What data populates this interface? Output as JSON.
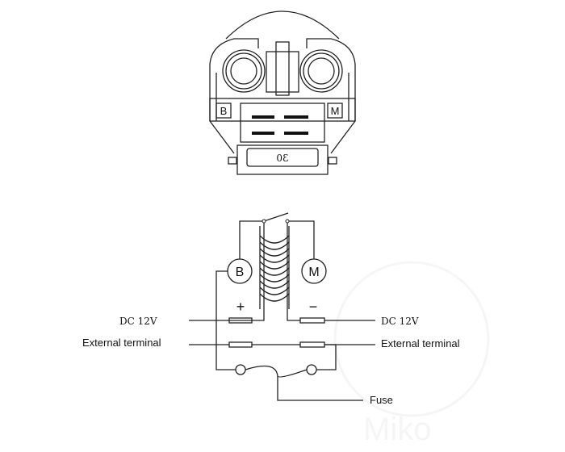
{
  "housing": {
    "terminal_b": "B",
    "terminal_m": "M",
    "connector_label": "30"
  },
  "schematic": {
    "node_b": "B",
    "node_m": "M",
    "plus": "+",
    "minus": "−",
    "dc_left": "DC 12V",
    "dc_right": "DC 12V",
    "ext_left": "External terminal",
    "ext_right": "External terminal",
    "fuse": "Fuse"
  },
  "watermark": "Miko",
  "colors": {
    "line": "#222222"
  }
}
